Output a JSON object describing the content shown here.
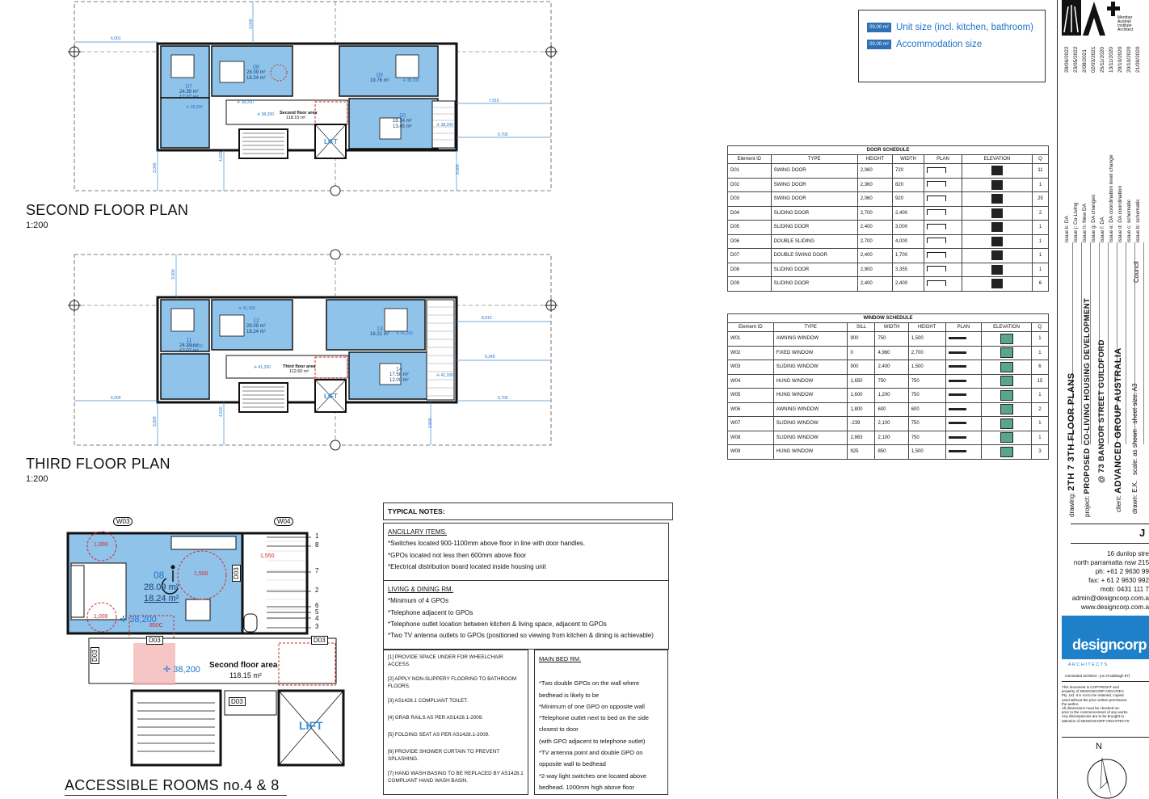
{
  "legend": {
    "swatch_label": "00.00 m²",
    "unit_size": "Unit size (incl. kitchen, bathroom)",
    "accommodation_size": "Accommodation size"
  },
  "second_floor": {
    "title": "SECOND FLOOR PLAN",
    "scale": "1:200",
    "area_label": "Second floor area",
    "area_value": "118.15 m²",
    "rooms": [
      {
        "no": "07",
        "a": "24.39 m²",
        "b": "17.07 m²"
      },
      {
        "no": "08",
        "a": "28.09 m²",
        "b": "18.24 m²"
      },
      {
        "no": "09",
        "a": "",
        "b": "19.76 m²"
      },
      {
        "no": "10",
        "a": "18.24 m²",
        "b": "13.45 m²"
      }
    ],
    "dims": [
      "6,001",
      "7,910",
      "6,700",
      "3,000",
      "4,620",
      "3,000",
      "3,000"
    ],
    "levels": [
      "38,200",
      "38,200",
      "38,200",
      "38,200",
      "38,200"
    ],
    "lift": "LIFT"
  },
  "third_floor": {
    "title": "THIRD FLOOR PLAN",
    "scale": "1:200",
    "area_label": "Third floor area",
    "area_value": "112.60 m²",
    "rooms": [
      {
        "no": "11",
        "a": "24.39 m²",
        "b": "17.07 m²"
      },
      {
        "no": "12",
        "a": "28.09 m²",
        "b": "18.24 m²"
      },
      {
        "no": "13",
        "a": "",
        "b": "16.21 m²"
      },
      {
        "no": "14",
        "a": "17.58 m²",
        "b": "12.00 m²"
      }
    ],
    "dims": [
      "8,910",
      "9,349",
      "6,000",
      "6,700",
      "3,000",
      "3,800",
      "4,620",
      "3,800"
    ],
    "levels": [
      "41,200",
      "41,200",
      "41,200",
      "41,200",
      "41,200"
    ],
    "lift": "LIFT"
  },
  "accessible": {
    "title": "ACCESSIBLE ROOMS no.4 & 8",
    "room_no": "08",
    "area_a": "28.09 m²",
    "area_b": "18.24 m²",
    "level": "38,200",
    "level2": "38,200",
    "area_label": "Second floor area",
    "area_value": "118.15 m²",
    "lift": "LIFT",
    "tags": [
      "W03",
      "W04",
      "D03",
      "D03",
      "D03",
      "D03",
      "D03"
    ],
    "dims": [
      "1,000",
      "1,000",
      "1,500",
      "1,550",
      "850C"
    ],
    "callouts": [
      "1",
      "8",
      "7",
      "2",
      "6",
      "5",
      "4",
      "3"
    ]
  },
  "door_schedule": {
    "title": "DOOR SCHEDULE",
    "headers": [
      "Element ID",
      "TYPE",
      "HEIGHT",
      "WIDTH",
      "PLAN",
      "ELEVATION",
      "Q"
    ],
    "rows": [
      [
        "D01",
        "SWING DOOR",
        "2,060",
        "720",
        "",
        "",
        "11"
      ],
      [
        "D02",
        "SWING DOOR",
        "2,360",
        "820",
        "",
        "",
        "1"
      ],
      [
        "D03",
        "SWING DOOR",
        "2,060",
        "920",
        "",
        "",
        "25"
      ],
      [
        "D04",
        "SLIDING DOOR",
        "2,700",
        "2,400",
        "",
        "",
        "2"
      ],
      [
        "D05",
        "SLIDING DOOR",
        "2,400",
        "3,000",
        "",
        "",
        "1"
      ],
      [
        "D06",
        "DOUBLE SLIDING",
        "2,700",
        "4,000",
        "",
        "",
        "1"
      ],
      [
        "D07",
        "DOUBLE SWING DOOR",
        "2,400",
        "1,700",
        "",
        "",
        "1"
      ],
      [
        "D08",
        "SLIDING DOOR",
        "2,900",
        "3,355",
        "",
        "",
        "1"
      ],
      [
        "D09",
        "SLIDING DOOR",
        "2,400",
        "2,400",
        "",
        "",
        "6"
      ]
    ]
  },
  "window_schedule": {
    "title": "WINDOW SCHEDULE",
    "headers": [
      "Element ID",
      "TYPE",
      "SILL",
      "WIDTH",
      "HEIGHT",
      "PLAN",
      "ELEVATION",
      "Q"
    ],
    "rows": [
      [
        "W01",
        "AWNING WINDOW",
        "900",
        "750",
        "1,500",
        "",
        "",
        "1"
      ],
      [
        "W02",
        "FIXED WINDOW",
        "0",
        "4,960",
        "2,700",
        "",
        "",
        "1"
      ],
      [
        "W03",
        "SLIDING WINDOW",
        "900",
        "2,400",
        "1,500",
        "",
        "",
        "6"
      ],
      [
        "W04",
        "HUNG WINDOW",
        "1,650",
        "750",
        "750",
        "",
        "",
        "15"
      ],
      [
        "W05",
        "HUNG WINDOW",
        "1,600",
        "1,200",
        "750",
        "",
        "",
        "1"
      ],
      [
        "W06",
        "AWNING WINDOW",
        "1,800",
        "600",
        "600",
        "",
        "",
        "2"
      ],
      [
        "W07",
        "SLIDING WINDOW",
        "-239",
        "2,100",
        "750",
        "",
        "",
        "1"
      ],
      [
        "W08",
        "SLIDING WINDOW",
        "2,863",
        "2,100",
        "750",
        "",
        "",
        "1"
      ],
      [
        "W09",
        "HUNG WINDOW",
        "925",
        "850",
        "1,500",
        "",
        "",
        "3"
      ]
    ]
  },
  "notes": {
    "title": "TYPICAL NOTES:",
    "ancillary_head": "ANCILLARY ITEMS.",
    "ancillary": [
      "*Switches located 900-1100mm above floor in line with door handles.",
      "*GPOs located not less then 600mm above floor",
      "*Electrical distribution board located inside housing unit"
    ],
    "living_head": "LIVING & DINING RM.",
    "living": [
      "*Minimum of 4 GPOs",
      "*Telephone adjacent to  GPOs",
      "*Telephone outlet location between kitchen & living space, adjacent to GPOs",
      "*Two TV antenna outlets to GPOs (positioned so viewing from kitchen & dining is achievable)"
    ],
    "numbered": [
      "[1] PROVIDE SPACE UNDER FOR WHEELCHAIR ACCESS.",
      "[2] APPLY NON-SLIPPERY FLOORING TO BATHROOM FLOORS.",
      "[3] AS1428.1 COMPLIANT TOILET.",
      "[4] GRAB RAILS AS PER AS1428.1-2009.",
      "[5] FOLDING SEAT AS PER AS1428.1-2009.",
      "[6] PROVIDE SHOWER CURTAIN TO PREVENT SPLASHING.",
      "[7] HAND WASH BASING TO BE REPLACED BY AS1428.1 COMPLIANT HAND WASH BASIN."
    ],
    "bed_head": "MAIN BED RM.",
    "bed": [
      "*Two double GPOs on the wall where",
      "bedhead is likely to be",
      "*Minimum of one GPO on opposite wall",
      "*Telephone outlet next to bed on the side",
      "closest to door",
      "(with GPO adjacent to telephone outlet)",
      "*TV antenna point and double GPO on",
      "opposite wall to bedhead",
      "*2-way light switches one located above",
      "bedhead. 1000mm high above floor"
    ]
  },
  "title_block": {
    "member_text": [
      "Member",
      "Australi",
      "Institute",
      "Architect"
    ],
    "issues": [
      {
        "label": "issue k:  DA",
        "date": "28/06/2022"
      },
      {
        "label": "issue j:  Co-Living",
        "date": "23/05/2022"
      },
      {
        "label": "issue h:  New DA",
        "date": "2/08/2021"
      },
      {
        "label": "issue g:  DA changes",
        "date": "02/03/2021"
      },
      {
        "label": "issue f:  DA",
        "date": "25/11/2020"
      },
      {
        "label": "issue e:  DA coordination level change",
        "date": "13/11/2020"
      },
      {
        "label": "issue d:  DA coordination",
        "date": "29/10/2020"
      },
      {
        "label": "issue c:  schematic",
        "date": "20/10/2020"
      },
      {
        "label": "issue b:  schematic",
        "date": "21/09/2020"
      }
    ],
    "drawing_label": "drawing:",
    "drawing": "2TH 7 3TH FLOOR PLANS",
    "project_label": "project:",
    "project_1": "PROPOSED CO-LIVING HOUSING DEVELOPMENT",
    "project_2": "@ 73 BANGOR STREET GUILDFORD",
    "client_label": "client:",
    "client": "ADVANCED GROUP AUSTRALIA",
    "drawn_label": "drawn:",
    "drawn": "E.K.",
    "scale_label": "scale:",
    "scale": "as shown",
    "sheet_label": "sheet size:",
    "sheet": "A3",
    "council": "Council",
    "initials": "J",
    "address": [
      "16 dunlop stre",
      "north parramatta nsw 215",
      "ph: +61 2 9630 99",
      "fax: + 61 2 9630 992",
      "mob: 0431 111 7",
      "admin@designcorp.com.a",
      "www.designcorp.com.a"
    ],
    "logo": "designcorp",
    "logo_sub": "A R C H I T E C T S",
    "nominated": "nominated architect - jos el-sabbagh 97(",
    "disclaimer": [
      "This document is COPYRIGHT and",
      "property of DESIGNCORP ARCHITEC",
      "Pty. Ltd. It is not to be retained, copied",
      "used without the prior written permission",
      "the author.",
      "All dimensions must be checked on-",
      "prior to the commencement of any works.",
      "Any discrepancies are to be brought to",
      "attention of DESIGNCORP ARCHITECTS"
    ],
    "north": "N"
  },
  "colors": {
    "room_blue": "#8fc3ea",
    "accent_blue": "#3a8fd6",
    "red": "#d42a2a",
    "pink": "#f4b6b8",
    "dark": "#111111"
  }
}
